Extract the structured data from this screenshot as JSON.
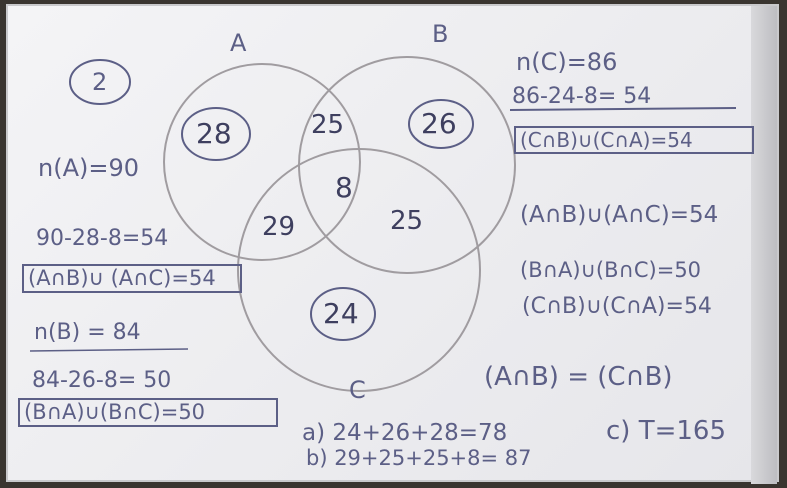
{
  "problem_number": "2",
  "sets": {
    "a": "A",
    "b": "B",
    "c": "C"
  },
  "regions": {
    "a_only": "28",
    "b_only": "26",
    "c_only": "24",
    "ab_only": "25",
    "ac_only": "29",
    "bc_only": "25",
    "abc": "8"
  },
  "left_notes": {
    "n_a": "n(A)=90",
    "calc_a": "90-28-8=54",
    "result_a": "(A∩B)∪ (A∩C)=54",
    "n_b": "n(B) = 84",
    "calc_b": "84-26-8= 50",
    "result_b": "(B∩A)∪(B∩C)=50"
  },
  "right_notes": {
    "n_c": "n(C)=86",
    "calc_c": "86-24-8= 54",
    "result_c": "(C∩B)∪(C∩A)=54",
    "restate_a": "(A∩B)∪(A∩C)=54",
    "restate_b": "(B∩A)∪(B∩C)=50",
    "restate_c": "(C∩B)∪(C∩A)=54",
    "equality": "(A∩B) = (C∩B)"
  },
  "answers": {
    "a": "a) 24+26+28=78",
    "b": "b) 29+25+25+8= 87",
    "c": "c) T=165"
  }
}
